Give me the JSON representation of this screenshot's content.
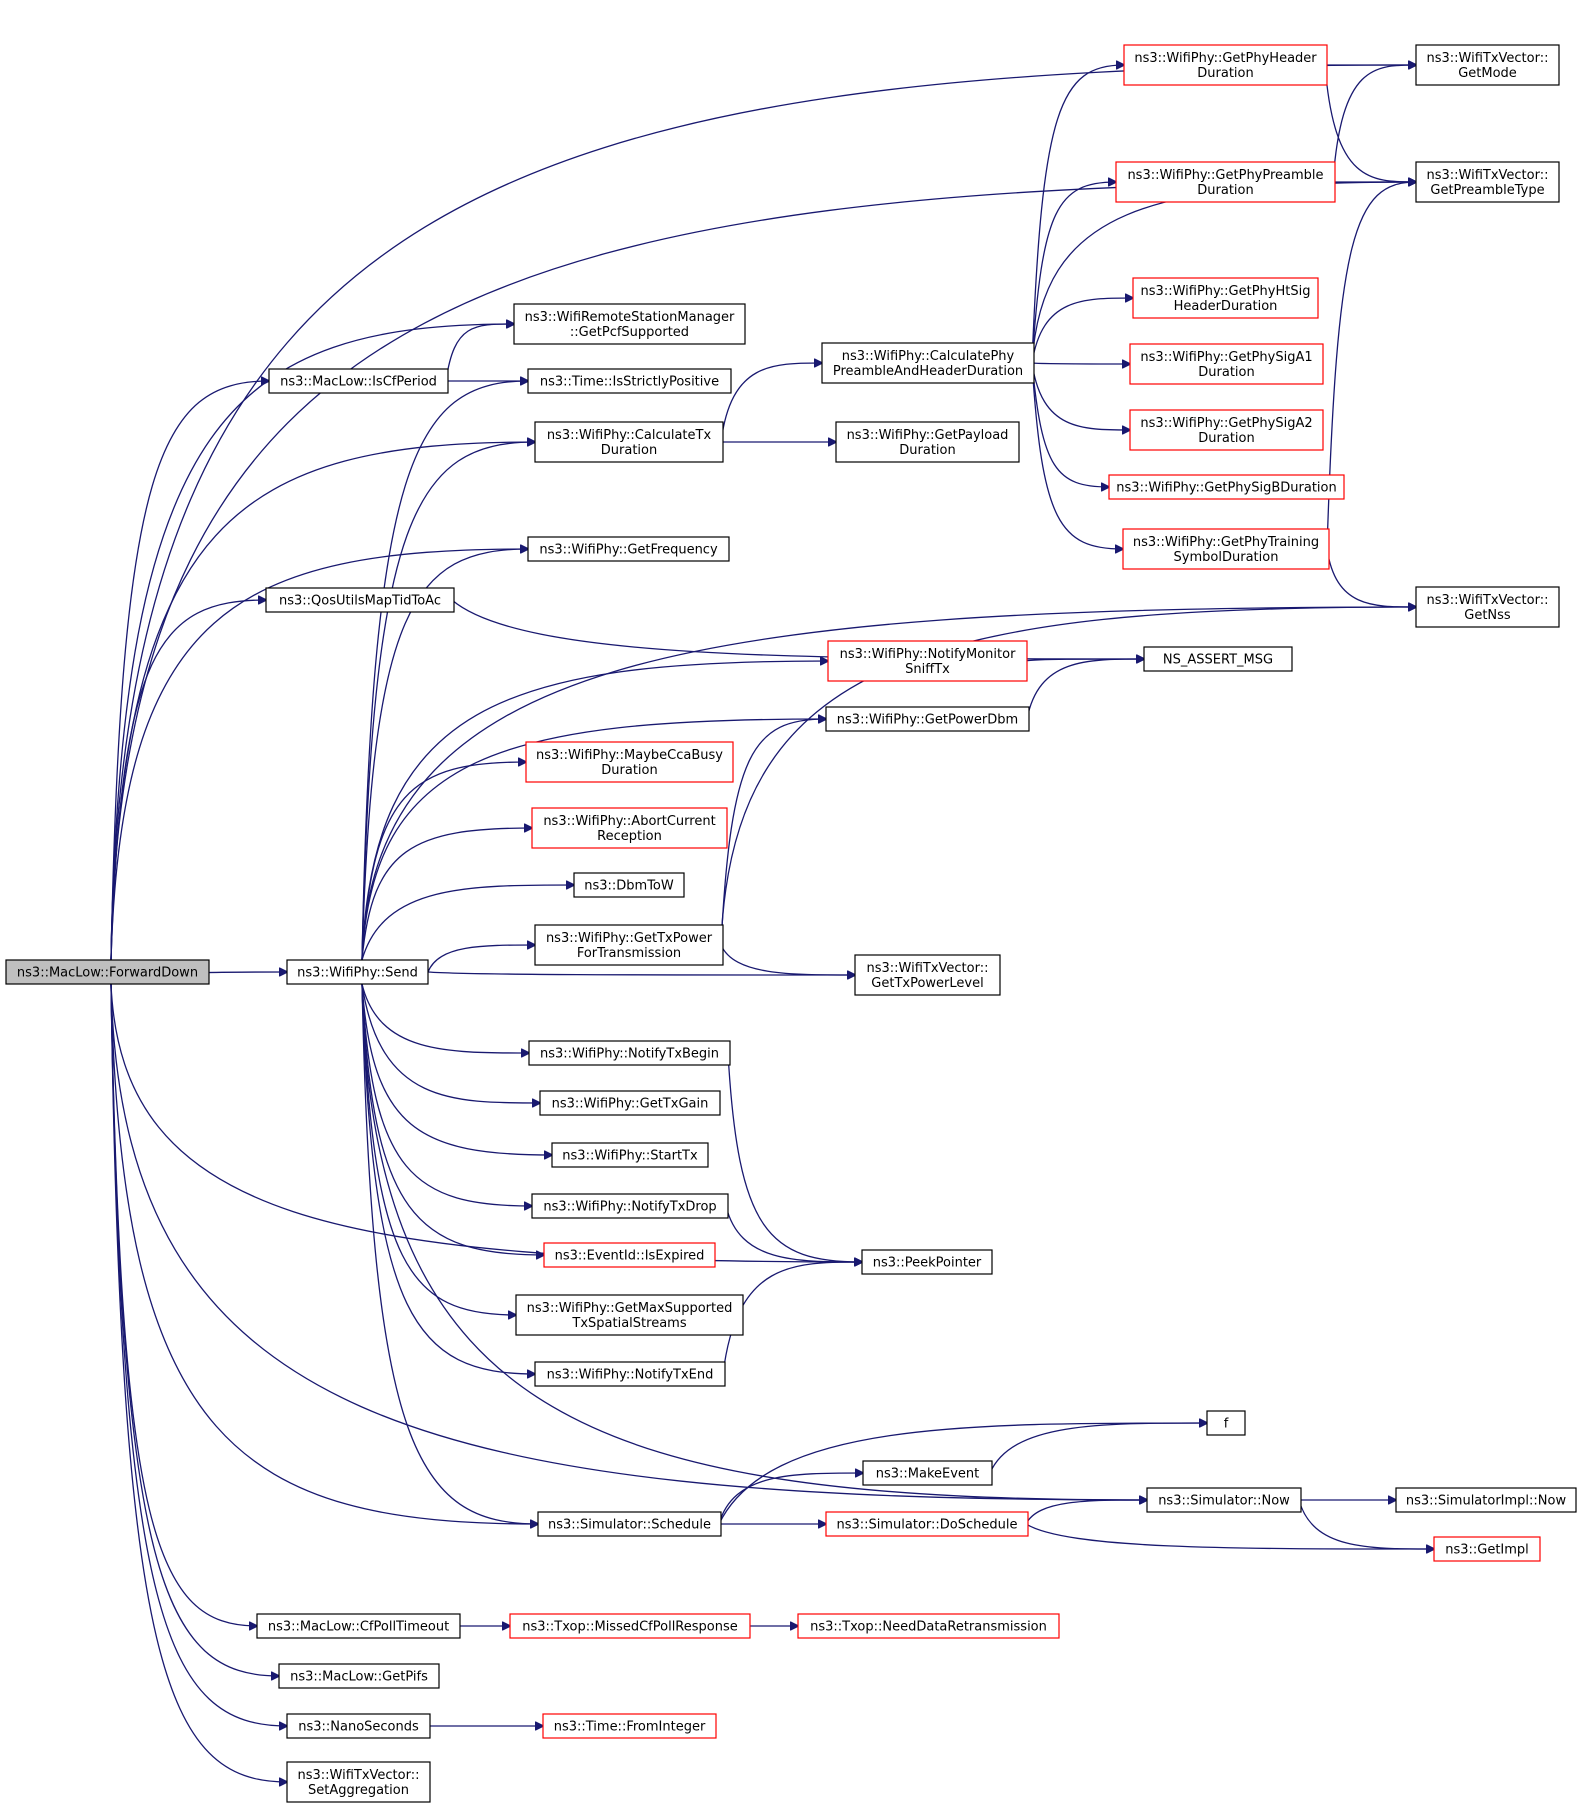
{
  "nodes": [
    {
      "id": "root",
      "lines": [
        "ns3::MacLow::ForwardDown"
      ],
      "style": "root"
    },
    {
      "id": "send",
      "lines": [
        "ns3::WifiPhy::Send"
      ],
      "style": "normal"
    },
    {
      "id": "isCfPeriod",
      "lines": [
        "ns3::MacLow::IsCfPeriod"
      ],
      "style": "normal"
    },
    {
      "id": "getPcf",
      "lines": [
        "ns3::WifiRemoteStationManager",
        "::GetPcfSupported"
      ],
      "style": "normal"
    },
    {
      "id": "strictly",
      "lines": [
        "ns3::Time::IsStrictlyPositive"
      ],
      "style": "normal"
    },
    {
      "id": "calcTx",
      "lines": [
        "ns3::WifiPhy::CalculateTx",
        "Duration"
      ],
      "style": "normal"
    },
    {
      "id": "calcPhy",
      "lines": [
        "ns3::WifiPhy::CalculatePhy",
        "PreambleAndHeaderDuration"
      ],
      "style": "normal"
    },
    {
      "id": "payload",
      "lines": [
        "ns3::WifiPhy::GetPayload",
        "Duration"
      ],
      "style": "normal"
    },
    {
      "id": "qos",
      "lines": [
        "ns3::QosUtilsMapTidToAc"
      ],
      "style": "normal"
    },
    {
      "id": "freq",
      "lines": [
        "ns3::WifiPhy::GetFrequency"
      ],
      "style": "normal"
    },
    {
      "id": "hdrDur",
      "lines": [
        "ns3::WifiPhy::GetPhyHeader",
        "Duration"
      ],
      "style": "red"
    },
    {
      "id": "preDur",
      "lines": [
        "ns3::WifiPhy::GetPhyPreamble",
        "Duration"
      ],
      "style": "red"
    },
    {
      "id": "htsig",
      "lines": [
        "ns3::WifiPhy::GetPhyHtSig",
        "HeaderDuration"
      ],
      "style": "red"
    },
    {
      "id": "sigA1",
      "lines": [
        "ns3::WifiPhy::GetPhySigA1",
        "Duration"
      ],
      "style": "red"
    },
    {
      "id": "sigA2",
      "lines": [
        "ns3::WifiPhy::GetPhySigA2",
        "Duration"
      ],
      "style": "red"
    },
    {
      "id": "sigB",
      "lines": [
        "ns3::WifiPhy::GetPhySigBDuration"
      ],
      "style": "red"
    },
    {
      "id": "training",
      "lines": [
        "ns3::WifiPhy::GetPhyTraining",
        "SymbolDuration"
      ],
      "style": "red"
    },
    {
      "id": "getMode",
      "lines": [
        "ns3::WifiTxVector::",
        "GetMode"
      ],
      "style": "normal"
    },
    {
      "id": "preType",
      "lines": [
        "ns3::WifiTxVector::",
        "GetPreambleType"
      ],
      "style": "normal"
    },
    {
      "id": "getNss",
      "lines": [
        "ns3::WifiTxVector::",
        "GetNss"
      ],
      "style": "normal"
    },
    {
      "id": "assert",
      "lines": [
        "NS_ASSERT_MSG"
      ],
      "style": "normal"
    },
    {
      "id": "monitor",
      "lines": [
        "ns3::WifiPhy::NotifyMonitor",
        "SniffTx"
      ],
      "style": "red"
    },
    {
      "id": "powerDbm",
      "lines": [
        "ns3::WifiPhy::GetPowerDbm"
      ],
      "style": "normal"
    },
    {
      "id": "cca",
      "lines": [
        "ns3::WifiPhy::MaybeCcaBusy",
        "Duration"
      ],
      "style": "red"
    },
    {
      "id": "abort",
      "lines": [
        "ns3::WifiPhy::AbortCurrent",
        "Reception"
      ],
      "style": "red"
    },
    {
      "id": "dbmToW",
      "lines": [
        "ns3::DbmToW"
      ],
      "style": "normal"
    },
    {
      "id": "txPower",
      "lines": [
        "ns3::WifiPhy::GetTxPower",
        "ForTransmission"
      ],
      "style": "normal"
    },
    {
      "id": "txPowerLevel",
      "lines": [
        "ns3::WifiTxVector::",
        "GetTxPowerLevel"
      ],
      "style": "normal"
    },
    {
      "id": "txBegin",
      "lines": [
        "ns3::WifiPhy::NotifyTxBegin"
      ],
      "style": "normal"
    },
    {
      "id": "txGain",
      "lines": [
        "ns3::WifiPhy::GetTxGain"
      ],
      "style": "normal"
    },
    {
      "id": "startTx",
      "lines": [
        "ns3::WifiPhy::StartTx"
      ],
      "style": "normal"
    },
    {
      "id": "txDrop",
      "lines": [
        "ns3::WifiPhy::NotifyTxDrop"
      ],
      "style": "normal"
    },
    {
      "id": "expired",
      "lines": [
        "ns3::EventId::IsExpired"
      ],
      "style": "red"
    },
    {
      "id": "peek",
      "lines": [
        "ns3::PeekPointer"
      ],
      "style": "normal"
    },
    {
      "id": "maxStreams",
      "lines": [
        "ns3::WifiPhy::GetMaxSupported",
        "TxSpatialStreams"
      ],
      "style": "normal"
    },
    {
      "id": "txEnd",
      "lines": [
        "ns3::WifiPhy::NotifyTxEnd"
      ],
      "style": "normal"
    },
    {
      "id": "f",
      "lines": [
        "f"
      ],
      "style": "normal"
    },
    {
      "id": "makeEvent",
      "lines": [
        "ns3::MakeEvent"
      ],
      "style": "normal"
    },
    {
      "id": "schedule",
      "lines": [
        "ns3::Simulator::Schedule"
      ],
      "style": "normal"
    },
    {
      "id": "doSchedule",
      "lines": [
        "ns3::Simulator::DoSchedule"
      ],
      "style": "red"
    },
    {
      "id": "simNow",
      "lines": [
        "ns3::Simulator::Now"
      ],
      "style": "normal"
    },
    {
      "id": "implNow",
      "lines": [
        "ns3::SimulatorImpl::Now"
      ],
      "style": "normal"
    },
    {
      "id": "getImpl",
      "lines": [
        "ns3::GetImpl"
      ],
      "style": "red"
    },
    {
      "id": "cfPoll",
      "lines": [
        "ns3::MacLow::CfPollTimeout"
      ],
      "style": "normal"
    },
    {
      "id": "missed",
      "lines": [
        "ns3::Txop::MissedCfPollResponse"
      ],
      "style": "red"
    },
    {
      "id": "needData",
      "lines": [
        "ns3::Txop::NeedDataRetransmission"
      ],
      "style": "red"
    },
    {
      "id": "getPifs",
      "lines": [
        "ns3::MacLow::GetPifs"
      ],
      "style": "normal"
    },
    {
      "id": "nano",
      "lines": [
        "ns3::NanoSeconds"
      ],
      "style": "normal"
    },
    {
      "id": "fromInt",
      "lines": [
        "ns3::Time::FromInteger"
      ],
      "style": "red"
    },
    {
      "id": "setAgg",
      "lines": [
        "ns3::WifiTxVector::",
        "SetAggregation"
      ],
      "style": "normal"
    }
  ],
  "edges": [
    [
      "root",
      "getMode"
    ],
    [
      "root",
      "preType"
    ],
    [
      "root",
      "getPcf"
    ],
    [
      "root",
      "isCfPeriod"
    ],
    [
      "root",
      "calcTx"
    ],
    [
      "root",
      "qos"
    ],
    [
      "root",
      "freq"
    ],
    [
      "root",
      "send"
    ],
    [
      "root",
      "peek"
    ],
    [
      "root",
      "schedule"
    ],
    [
      "root",
      "simNow"
    ],
    [
      "root",
      "cfPoll"
    ],
    [
      "root",
      "getPifs"
    ],
    [
      "root",
      "nano"
    ],
    [
      "root",
      "setAgg"
    ],
    [
      "isCfPeriod",
      "getPcf"
    ],
    [
      "isCfPeriod",
      "strictly"
    ],
    [
      "calcTx",
      "calcPhy"
    ],
    [
      "calcTx",
      "payload"
    ],
    [
      "calcPhy",
      "hdrDur"
    ],
    [
      "calcPhy",
      "preDur"
    ],
    [
      "calcPhy",
      "preType"
    ],
    [
      "calcPhy",
      "htsig"
    ],
    [
      "calcPhy",
      "sigA1"
    ],
    [
      "calcPhy",
      "sigA2"
    ],
    [
      "calcPhy",
      "sigB"
    ],
    [
      "calcPhy",
      "training"
    ],
    [
      "hdrDur",
      "getMode"
    ],
    [
      "hdrDur",
      "preType"
    ],
    [
      "preDur",
      "getMode"
    ],
    [
      "preDur",
      "preType"
    ],
    [
      "training",
      "preType"
    ],
    [
      "training",
      "getNss"
    ],
    [
      "qos",
      "assert"
    ],
    [
      "send",
      "strictly"
    ],
    [
      "send",
      "calcTx"
    ],
    [
      "send",
      "freq"
    ],
    [
      "send",
      "getNss"
    ],
    [
      "send",
      "monitor"
    ],
    [
      "send",
      "powerDbm"
    ],
    [
      "send",
      "cca"
    ],
    [
      "send",
      "abort"
    ],
    [
      "send",
      "dbmToW"
    ],
    [
      "send",
      "txPower"
    ],
    [
      "send",
      "txPowerLevel"
    ],
    [
      "send",
      "txBegin"
    ],
    [
      "send",
      "txGain"
    ],
    [
      "send",
      "startTx"
    ],
    [
      "send",
      "txDrop"
    ],
    [
      "send",
      "expired"
    ],
    [
      "send",
      "maxStreams"
    ],
    [
      "send",
      "txEnd"
    ],
    [
      "send",
      "simNow"
    ],
    [
      "send",
      "schedule"
    ],
    [
      "monitor",
      "assert"
    ],
    [
      "powerDbm",
      "assert"
    ],
    [
      "txPower",
      "powerDbm"
    ],
    [
      "txPower",
      "getNss"
    ],
    [
      "txPower",
      "txPowerLevel"
    ],
    [
      "txBegin",
      "peek"
    ],
    [
      "txDrop",
      "peek"
    ],
    [
      "txEnd",
      "peek"
    ],
    [
      "schedule",
      "f"
    ],
    [
      "schedule",
      "makeEvent"
    ],
    [
      "schedule",
      "doSchedule"
    ],
    [
      "makeEvent",
      "f"
    ],
    [
      "doSchedule",
      "simNow"
    ],
    [
      "doSchedule",
      "getImpl"
    ],
    [
      "simNow",
      "implNow"
    ],
    [
      "simNow",
      "getImpl"
    ],
    [
      "cfPoll",
      "missed"
    ],
    [
      "missed",
      "needData"
    ],
    [
      "nano",
      "fromInt"
    ]
  ]
}
